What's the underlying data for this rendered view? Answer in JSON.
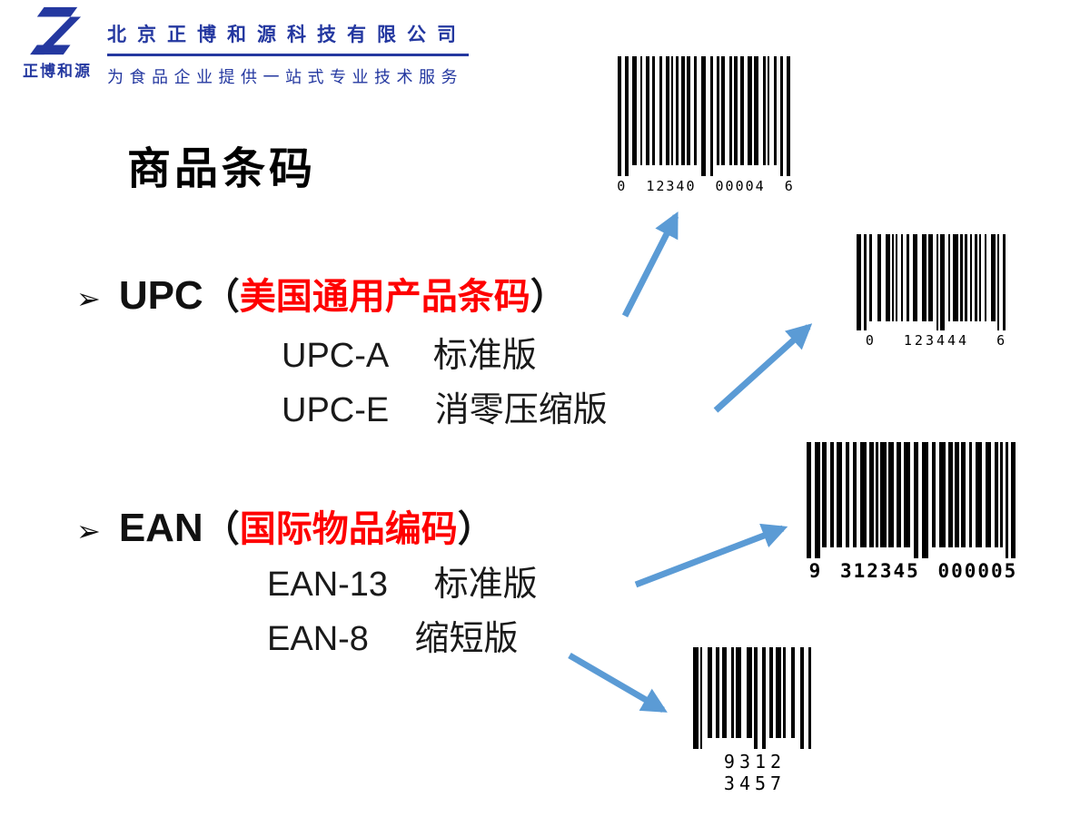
{
  "header": {
    "logo_text": "正博和源",
    "company_name": "北京正博和源科技有限公司",
    "tagline": "为食品企业提供一站式专业技术服务"
  },
  "title": "商品条码",
  "bullet_glyph": "➢",
  "sections": [
    {
      "acronym": "UPC",
      "paren_open": "（",
      "name": "美国通用产品条码",
      "paren_close": "）",
      "items": [
        {
          "code": "UPC-A",
          "desc": "标准版"
        },
        {
          "code": "UPC-E",
          "desc": "消零压缩版"
        }
      ]
    },
    {
      "acronym": "EAN",
      "paren_open": "（",
      "name": "国际物品编码",
      "paren_close": "）",
      "items": [
        {
          "code": "EAN-13",
          "desc": "标准版"
        },
        {
          "code": "EAN-8",
          "desc": "缩短版"
        }
      ]
    }
  ],
  "barcodes": [
    {
      "type": "UPC-A",
      "text": "0 12340 00004 6"
    },
    {
      "type": "UPC-E",
      "text": "0 123444 6"
    },
    {
      "type": "EAN-13",
      "text": "9 312345 000005"
    },
    {
      "type": "EAN-8",
      "text": "9312 3457"
    }
  ],
  "colors": {
    "brand_blue": "#2438a0",
    "accent_red": "#ff0000",
    "arrow_blue": "#5b9bd5"
  }
}
